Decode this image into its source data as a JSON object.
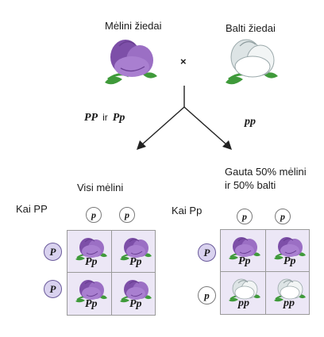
{
  "parents": {
    "purple_label": "Mėlini žiedai",
    "white_label": "Balti žiedai",
    "cross_symbol": "×",
    "purple_genotype_1": "PP",
    "purple_connector": "ir",
    "purple_genotype_2": "Pp",
    "white_genotype": "pp"
  },
  "left_square": {
    "result": "Visi mėlini",
    "case_label": "Kai PP",
    "col_alleles": [
      "p",
      "p"
    ],
    "row_alleles": [
      "P",
      "P"
    ],
    "cells": [
      {
        "genotype": "Pp",
        "flower": "purple"
      },
      {
        "genotype": "Pp",
        "flower": "purple"
      },
      {
        "genotype": "Pp",
        "flower": "purple"
      },
      {
        "genotype": "Pp",
        "flower": "purple"
      }
    ]
  },
  "right_square": {
    "result_line1": "Gauta 50% mėlini",
    "result_line2": "ir 50% balti",
    "case_label": "Kai Pp",
    "col_alleles": [
      "p",
      "p"
    ],
    "row_alleles": [
      "P",
      "p"
    ],
    "cells": [
      {
        "genotype": "Pp",
        "flower": "purple"
      },
      {
        "genotype": "Pp",
        "flower": "purple"
      },
      {
        "genotype": "pp",
        "flower": "white"
      },
      {
        "genotype": "pp",
        "flower": "white"
      }
    ]
  },
  "colors": {
    "purple_petal": "#9b6fc4",
    "purple_dark": "#6a3f93",
    "white_petal": "#f2f5f5",
    "white_shade": "#b9c4c6",
    "leaf": "#3f9a3a",
    "grid_bg": "#ece7f6"
  }
}
